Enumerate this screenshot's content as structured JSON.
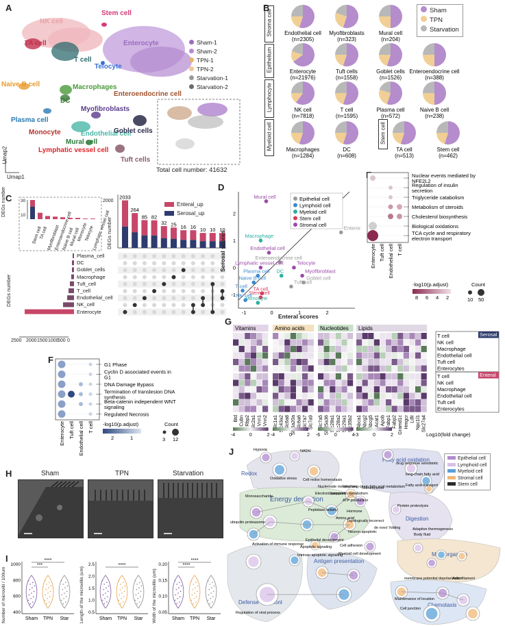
{
  "panels": {
    "A": {
      "label": "A",
      "clusters": [
        {
          "name": "NK cell",
          "color": "#e8a3a8"
        },
        {
          "name": "Stem cell",
          "color": "#d63b7a"
        },
        {
          "name": "TA cell",
          "color": "#c2314f"
        },
        {
          "name": "T cell",
          "color": "#2e6b6f"
        },
        {
          "name": "Telocyte",
          "color": "#3a6fd8"
        },
        {
          "name": "Enterocyte",
          "color": "#9b6cbf"
        },
        {
          "name": "Naive B cell",
          "color": "#e89b2e"
        },
        {
          "name": "DC",
          "color": "#3a7a3a"
        },
        {
          "name": "Macrophages",
          "color": "#4a9a3a"
        },
        {
          "name": "Enteroendocrine cell",
          "color": "#a0522d"
        },
        {
          "name": "Myofibroblasts",
          "color": "#5a3a8a"
        },
        {
          "name": "Plasma cell",
          "color": "#2a7ab0"
        },
        {
          "name": "Monocyte",
          "color": "#b8322e"
        },
        {
          "name": "Endothelial cell",
          "color": "#4ab8a8"
        },
        {
          "name": "Goblet cells",
          "color": "#2a2a4a"
        },
        {
          "name": "Mural cell",
          "color": "#2a7a3a"
        },
        {
          "name": "Lymphatic vessel cell",
          "color": "#e0242a"
        },
        {
          "name": "Tuft cells",
          "color": "#8a5a6a"
        }
      ],
      "legend": [
        {
          "name": "Sham-1",
          "color": "#9b6cbf"
        },
        {
          "name": "Sham-2",
          "color": "#b889d6"
        },
        {
          "name": "TPN-1",
          "color": "#e8b36a"
        },
        {
          "name": "TPN-2",
          "color": "#f0c896"
        },
        {
          "name": "Starvation-1",
          "color": "#9a9a9a"
        },
        {
          "name": "Starvation-2",
          "color": "#6a6a6a"
        }
      ],
      "axis_x": "Umap1",
      "axis_y": "Umap2",
      "total": "Total cell number: 41632"
    },
    "B": {
      "label": "B",
      "legend": [
        {
          "name": "Sham",
          "color": "#b58ccc"
        },
        {
          "name": "TPN",
          "color": "#f1cf94"
        },
        {
          "name": "Starvation",
          "color": "#b8b8b8"
        }
      ],
      "groups": [
        "Stroma cell",
        "Epithelium",
        "Lymphocyte",
        "Myeloid cell",
        "Stem cell"
      ],
      "pies": [
        {
          "name": "Endothelial cell",
          "n": "(n=2305)",
          "sham": 0.55,
          "tpn": 0.2
        },
        {
          "name": "Myofibroblasts",
          "n": "(n=323)",
          "sham": 0.55,
          "tpn": 0.25
        },
        {
          "name": "Mural cell",
          "n": "(n=204)",
          "sham": 0.5,
          "tpn": 0.25
        },
        {
          "name": "Enterocyte",
          "n": "(n=21976)",
          "sham": 0.65,
          "tpn": 0.15
        },
        {
          "name": "Tuft cells",
          "n": "(n=1558)",
          "sham": 0.55,
          "tpn": 0.2
        },
        {
          "name": "Goblet cells",
          "n": "(n=1526)",
          "sham": 0.55,
          "tpn": 0.2
        },
        {
          "name": "Enteroendocrine cell",
          "n": "(n=388)",
          "sham": 0.5,
          "tpn": 0.25
        },
        {
          "name": "NK cell",
          "n": "(n=7818)",
          "sham": 0.6,
          "tpn": 0.15
        },
        {
          "name": "T cell",
          "n": "(n=1595)",
          "sham": 0.55,
          "tpn": 0.2
        },
        {
          "name": "Plasma cell",
          "n": "(n=572)",
          "sham": 0.55,
          "tpn": 0.25
        },
        {
          "name": "Naive B cell",
          "n": "(n=238)",
          "sham": 0.5,
          "tpn": 0.25
        },
        {
          "name": "Macrophages",
          "n": "(n=1284)",
          "sham": 0.55,
          "tpn": 0.2
        },
        {
          "name": "DC",
          "n": "(n=608)",
          "sham": 0.55,
          "tpn": 0.2
        },
        {
          "name": "TA cell",
          "n": "(n=513)",
          "sham": 0.55,
          "tpn": 0.2
        },
        {
          "name": "Stem cell",
          "n": "(n=462)",
          "sham": 0.55,
          "tpn": 0.2
        }
      ]
    },
    "C": {
      "label": "C",
      "inset_ylabel": "DEGs number",
      "inset_values": [
        30,
        10,
        5,
        4,
        3,
        2,
        2,
        1,
        1
      ],
      "inset_cats": [
        "Stem cell",
        "TA cell",
        "Myofibroblast",
        "Enteroendocrine cell",
        "Naive B cell",
        "Mural cell",
        "Monocyte",
        "Telocyte",
        "Lymphatic vessel cell"
      ],
      "ylabel": "DEGs number",
      "ytick_top": "2000",
      "legend": [
        {
          "name": "Enteral_up",
          "color": "#c7466a"
        },
        {
          "name": "Serosal_up",
          "color": "#2e3b6e"
        }
      ],
      "bar_labels": [
        "2033",
        "264",
        "85",
        "82",
        "32",
        "25",
        "16",
        "16",
        "10",
        "10",
        "10"
      ],
      "sets": [
        "Plasma_cell",
        "DC",
        "Goblet_cells",
        "Macrophage",
        "Tuft_cell",
        "T_cell",
        "Endothelial_cell",
        "NK_cell",
        "Enterocyte"
      ],
      "set_xlabel": "DEGs number",
      "set_ticks": [
        "2500",
        "2000",
        "1500",
        "1000",
        "500",
        "0"
      ],
      "set_ticks_small": [
        "500",
        "0"
      ]
    },
    "D": {
      "label": "D",
      "chart_data": {
        "type": "scatter",
        "xlabel": "Enteral scores",
        "ylabel": "Serosal scores",
        "xlim": [
          -1.2,
          3
        ],
        "ylim": [
          -1.5,
          2.8
        ],
        "xticks": [
          "-1",
          "0",
          "1",
          "2"
        ],
        "yticks": [
          "2",
          "1",
          "0",
          "-1"
        ],
        "legend": [
          {
            "name": "Epithelial cell",
            "color": "#9a9a9a"
          },
          {
            "name": "Lymphoid cell",
            "color": "#3a8ad0"
          },
          {
            "name": "Myeloid cell",
            "color": "#2ab0a0"
          },
          {
            "name": "Stem cell",
            "color": "#d63b5a"
          },
          {
            "name": "Stromal cell",
            "color": "#9b4aa8"
          }
        ],
        "points": [
          {
            "label": "Mural cell",
            "x": -0.2,
            "y": 2.45,
            "group": "Stromal cell"
          },
          {
            "label": "Enterocyte",
            "x": 2.5,
            "y": 1.3,
            "group": "Epithelial cell"
          },
          {
            "label": "Macrophage",
            "x": -0.4,
            "y": 1.0,
            "group": "Myeloid cell"
          },
          {
            "label": "Endothelial cell",
            "x": -0.1,
            "y": 0.55,
            "group": "Stromal cell"
          },
          {
            "label": "Enteroendocrine cell",
            "x": 0.3,
            "y": 0.2,
            "group": "Epithelial cell"
          },
          {
            "label": "Lymphatic vessel cell",
            "x": -0.4,
            "y": 0.0,
            "group": "Stromal cell"
          },
          {
            "label": "Telocyte",
            "x": 0.8,
            "y": 0.0,
            "group": "Stromal cell"
          },
          {
            "label": "Plasma cell",
            "x": -0.5,
            "y": -0.3,
            "group": "Lymphoid cell"
          },
          {
            "label": "DC",
            "x": 0.35,
            "y": -0.3,
            "group": "Myeloid cell"
          },
          {
            "label": "Myofibroblast",
            "x": 1.1,
            "y": -0.3,
            "group": "Stromal cell"
          },
          {
            "label": "Naive B cell",
            "x": -0.65,
            "y": -0.55,
            "group": "Lymphoid cell"
          },
          {
            "label": "Goblet cell",
            "x": 1.15,
            "y": -0.55,
            "group": "Epithelial cell"
          },
          {
            "label": "Tuft cell",
            "x": 0.7,
            "y": -0.7,
            "group": "Epithelial cell"
          },
          {
            "label": "T cell",
            "x": -1.05,
            "y": -0.85,
            "group": "Lymphoid cell"
          },
          {
            "label": "TA cell",
            "x": -0.35,
            "y": -0.95,
            "group": "Stem cell"
          },
          {
            "label": "Stem cell",
            "x": -0.4,
            "y": -1.1,
            "group": "Stem cell"
          },
          {
            "label": "NK cell",
            "x": -0.95,
            "y": -1.2,
            "group": "Lymphoid cell"
          },
          {
            "label": "Monocyte",
            "x": -0.5,
            "y": -1.3,
            "group": "Myeloid cell"
          }
        ]
      }
    },
    "E": {
      "label": "E",
      "terms": [
        "Nuclear events mediated by NFE2L2",
        "Regulation of insulin secretion",
        "Triglyceride catabolism",
        "Metabolism of steroids",
        "Cholesterol biosynthesis",
        "Biological oxidations",
        "TCA cycle and respiratory electron transport"
      ],
      "cols": [
        "Enterocyte",
        "Tuft cell",
        "Endothelial cell",
        "T cell"
      ],
      "legend_title": "-log10(p.adjust)",
      "legend_ticks": [
        "8",
        "6",
        "4",
        "2"
      ],
      "count_title": "Count",
      "count_ticks": [
        "10",
        "50"
      ]
    },
    "F": {
      "label": "F",
      "terms": [
        "G1 Phase",
        "Cyclin D associated events in G1",
        "DNA Damage Bypass",
        "Termination of translesion DNA synthesis",
        "Beta-catenin independent WNT signaling",
        "Regulated Necrosis"
      ],
      "cols": [
        "Enterocyte",
        "Tuft cell",
        "Endothelial cell",
        "T cell"
      ],
      "legend_title": "-log10(p.adjust)",
      "legend_ticks": [
        "2",
        "1"
      ],
      "count_title": "Count",
      "count_ticks": [
        "3",
        "12"
      ]
    },
    "G": {
      "label": "G",
      "categories": [
        "Vitamins",
        "Amino acids",
        "Nucleotides",
        "Lipids"
      ],
      "rows": [
        "T cell",
        "NK cell",
        "Macrophage",
        "Endothelial cell",
        "Tuft cell",
        "Enterocytes"
      ],
      "side_serosal": "Serosal",
      "side_enteral": "Enteral",
      "genes_vit": [
        "Btd",
        "Cubn",
        "Rbp2",
        "Slc2a1",
        "Vnn1",
        "Vnn2"
      ],
      "genes_aa": [
        "Slc1a1",
        "Slc43a2",
        "Slc6a8",
        "Slc6a20a",
        "Slc6a6",
        "Slc7a7",
        "Slc7a9"
      ],
      "genes_nuc": [
        "Slc7a5",
        "Slc25a36",
        "Slc28a1",
        "Slc28a2",
        "Slc29a1",
        "Slc35b2"
      ],
      "genes_lip": [
        "Abca1",
        "Abcg2",
        "Abcg5",
        "Acat1",
        "Apob",
        "Fabp1",
        "Fabp2",
        "Gramd1c",
        "Hmgcr",
        "Ldlr",
        "Npc1l1",
        "Slc27a4"
      ],
      "scales": [
        [
          "-4",
          "0",
          "2"
        ],
        [
          "-4",
          "0",
          "2"
        ],
        [
          "-6",
          "0",
          "4"
        ],
        [
          "-3",
          "0",
          "2"
        ]
      ],
      "scale_title": "Log10(fold change)"
    },
    "H": {
      "label": "H",
      "titles": [
        "Sham",
        "TPN",
        "Starvation"
      ]
    },
    "I": {
      "label": "I",
      "ylabels": [
        "Number of microvilli / 100um",
        "Length of the microvillis (um)",
        "Width of the microvillis (um)"
      ],
      "xcats": [
        "Sham",
        "TPN",
        "Star"
      ],
      "sig": [
        "***",
        "****",
        "****",
        "****",
        "****"
      ],
      "yticks1": [
        "1000",
        "800",
        "600",
        "400"
      ],
      "yticks2": [
        "2.5",
        "2.0",
        "1.5",
        "1.0",
        "0.5"
      ],
      "yticks3": [
        "0.20",
        "0.15",
        "0.10",
        "0.05"
      ]
    },
    "J": {
      "label": "J",
      "legend": [
        {
          "name": "Epithelial cell",
          "color": "#b08ad0"
        },
        {
          "name": "Lymphoid cell",
          "color": "#d8c0e8"
        },
        {
          "name": "Myeloid cell",
          "color": "#5aa0d8"
        },
        {
          "name": "Stromal cell",
          "color": "#f0b87a"
        },
        {
          "name": "Stem cell",
          "color": "#2a2a2a"
        }
      ],
      "regions": [
        "Redox",
        "Energy derivation",
        "Fatty acid oxidation",
        "Digestion",
        "Multi organism",
        "Antigen presentation",
        "Defense symbiont",
        "Chemotaxis"
      ],
      "terms": [
        "Hypoxia",
        "NADH",
        "Oxidative stress",
        "Cell redox homeostasis",
        "drug response xenobiotic",
        "long-chain fatty acid",
        "Fatty acid transport",
        "Nucleoside metabolism",
        "Monosaccharide",
        "Electron transport",
        "Very long-chain fatty acid metabolism",
        "Lipoprotein metabolism",
        "Nutrient level",
        "ATP production",
        "Protein proteolysis",
        "Peptidase activity",
        "Hormone",
        "Amino acid",
        "ubiquitin proteasome",
        "Topologically incorrect",
        "de novo' folding",
        "Adaptive thermogenesis",
        "Body fluid",
        "Activation of immune response",
        "Epithelial development",
        "Neuron apoptotic",
        "Apoptotic signaling",
        "Intrinsic apoptotic signaling",
        "Cell adhesion",
        "Myeloid cell development",
        "membrane potential depolarization",
        "Actin filament",
        "Regulation of viral process",
        "Maintenance of location",
        "Cell junction"
      ]
    }
  }
}
